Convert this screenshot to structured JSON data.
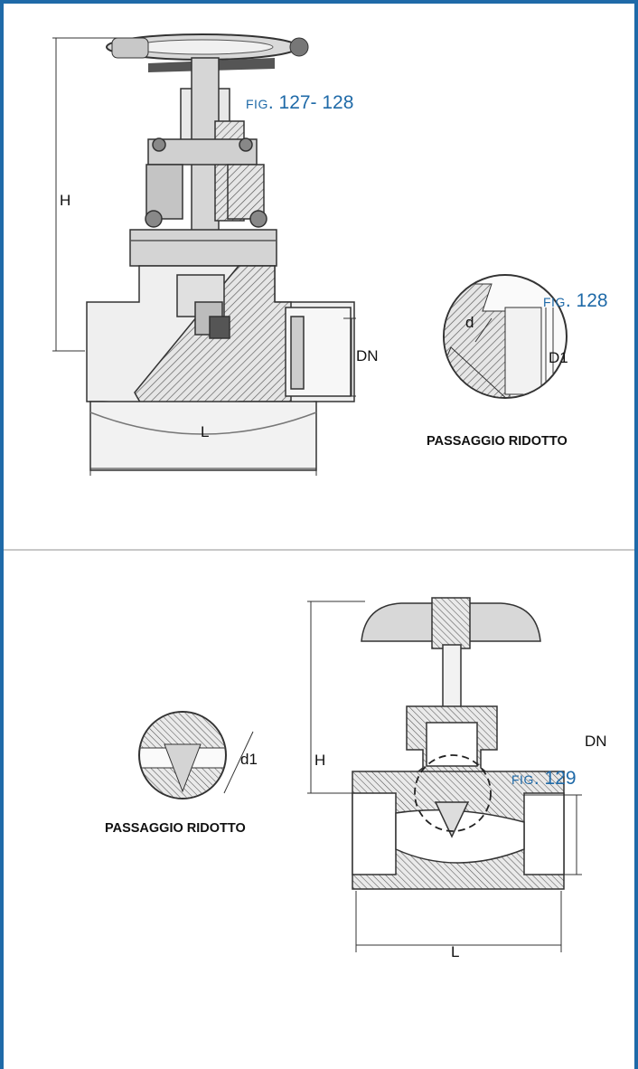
{
  "colors": {
    "frame": "#1f6aa8",
    "figure_label": "#1f6aa8",
    "divider": "#c8c8c8"
  },
  "top_panel": {
    "fig_main": {
      "prefix": "FIG",
      "number": ". 127- 128"
    },
    "fig_detail": {
      "prefix": "FIG",
      "number": ". 128"
    },
    "dims": {
      "h": "H",
      "dn": "DN",
      "l": "L",
      "d": "d",
      "d1": "D1"
    },
    "caption": "PASSAGGIO RIDOTTO"
  },
  "bottom_panel": {
    "fig_main": {
      "prefix": "FIG",
      "number": ". 129"
    },
    "dims": {
      "h": "H",
      "dn": "DN",
      "l": "L",
      "d1": "d1"
    },
    "caption": "PASSAGGIO RIDOTTO"
  }
}
